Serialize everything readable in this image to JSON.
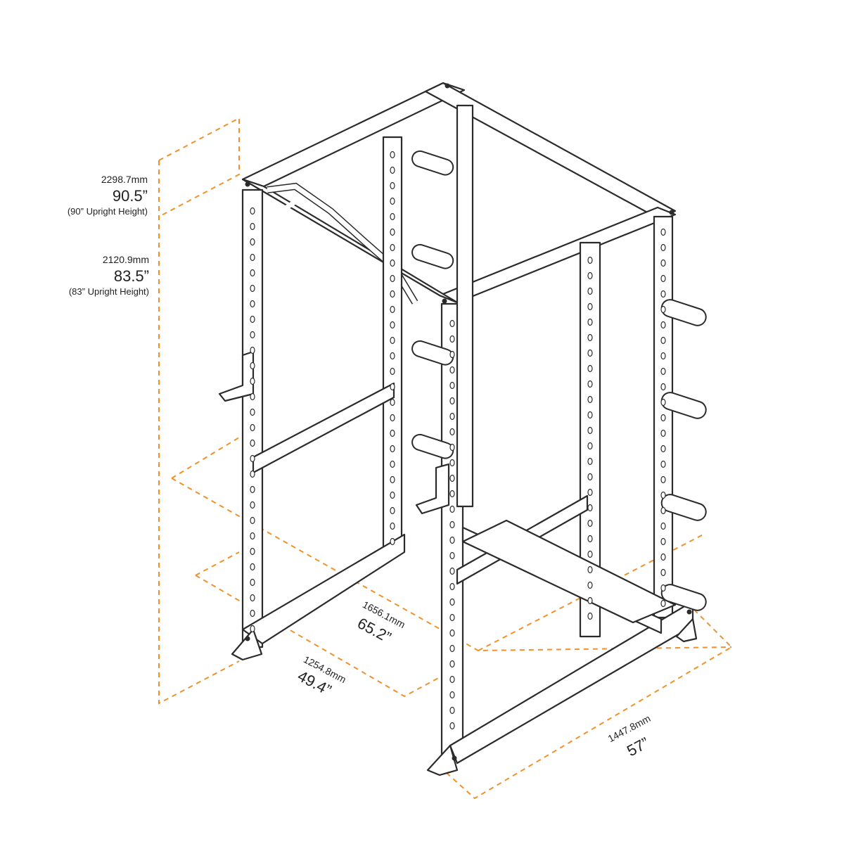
{
  "colors": {
    "dimension": "#f0912c",
    "line": "#2b2b2b",
    "background": "#ffffff"
  },
  "dimensions": {
    "height_tall": {
      "mm": "2298.7mm",
      "inch": "90.5”",
      "note": "(90” Upright Height)"
    },
    "height_short": {
      "mm": "2120.9mm",
      "inch": "83.5”",
      "note": "(83” Upright Height)"
    },
    "depth_outer": {
      "mm": "1656.1mm",
      "inch": "65.2”"
    },
    "depth_inner": {
      "mm": "1254.8mm",
      "inch": "49.4”"
    },
    "width": {
      "mm": "1447.8mm",
      "inch": "57”"
    }
  }
}
